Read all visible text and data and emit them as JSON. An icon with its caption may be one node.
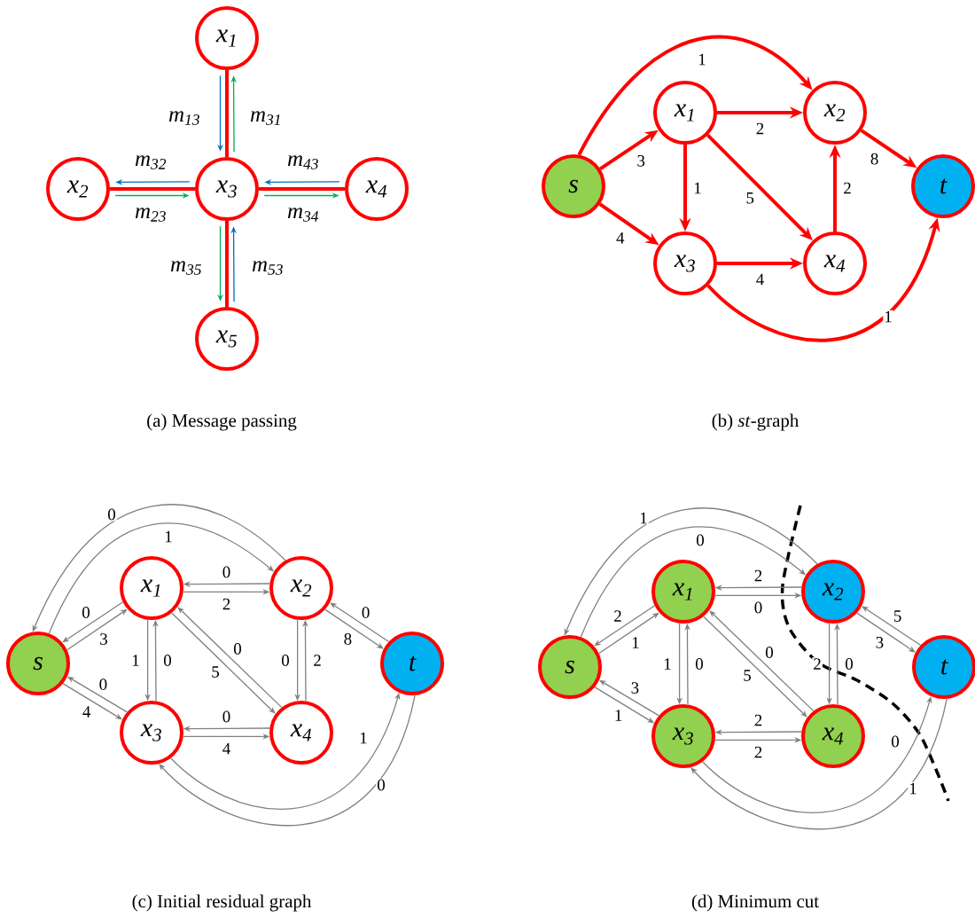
{
  "diagram": {
    "nodes": [
      {
        "text": [
          "x$_{1}$"
        ]
      },
      {
        "text": [
          "x$_{2}$"
        ]
      },
      {
        "text": [
          "x$_{3}$"
        ]
      },
      {
        "text": [
          "x$_{4}$"
        ]
      },
      {
        "text": [
          "x$_{5}$"
        ]
      },
      {
        "text": [
          "s"
        ]
      },
      {
        "text": [
          "x$_{1}$"
        ]
      },
      {
        "text": [
          "x$_{2}$"
        ]
      },
      {
        "text": [
          "x$_{3}$"
        ]
      },
      {
        "text": [
          "x$_{4}$"
        ]
      },
      {
        "text": [
          "t"
        ]
      },
      {
        "text": [
          "s"
        ]
      },
      {
        "text": [
          "x$_{1}$"
        ]
      },
      {
        "text": [
          "x$_{2}$"
        ]
      },
      {
        "text": [
          "x$_{3}$"
        ]
      },
      {
        "text": [
          "x$_{4}$"
        ]
      },
      {
        "text": [
          "t"
        ]
      },
      {
        "text": [
          "s"
        ]
      },
      {
        "text": [
          "x$_{1}$"
        ]
      },
      {
        "text": [
          "x$_{2}$"
        ]
      },
      {
        "text": [
          "x$_{3}$"
        ]
      },
      {
        "text": [
          "x$_{4}$"
        ]
      },
      {
        "text": [
          "t"
        ]
      }
    ],
    "edges": [
      {
        "from": 0,
        "to": 2,
        "arrow": "none",
        "style": "thick",
        "color": "#ff0000"
      },
      {
        "from": 1,
        "to": 2,
        "arrow": "none",
        "style": "thick",
        "color": "#ff0000"
      },
      {
        "from": 2,
        "to": 3,
        "arrow": "none",
        "style": "thick",
        "color": "#ff0000"
      },
      {
        "from": 2,
        "to": 4,
        "arrow": "none",
        "style": "thick",
        "color": "#ff0000"
      },
      {
        "from": 0,
        "to": 2,
        "arrow": "to",
        "label": "m$_{13}$",
        "color": "#0070c0"
      },
      {
        "from": 2,
        "to": 0,
        "arrow": "to",
        "label": "m$_{31}$",
        "color": "#00b050"
      },
      {
        "from": 2,
        "to": 1,
        "arrow": "to",
        "label": "m$_{32}$",
        "color": "#0070c0"
      },
      {
        "from": 1,
        "to": 2,
        "arrow": "to",
        "label": "m$_{23}$",
        "color": "#00b050"
      },
      {
        "from": 3,
        "to": 2,
        "arrow": "to",
        "label": "m$_{43}$",
        "color": "#0070c0"
      },
      {
        "from": 2,
        "to": 3,
        "arrow": "to",
        "label": "m$_{34}$",
        "color": "#00b050"
      },
      {
        "from": 2,
        "to": 4,
        "arrow": "to",
        "label": "m$_{35}$",
        "color": "#00b050"
      },
      {
        "from": 4,
        "to": 2,
        "arrow": "to",
        "label": "m$_{53}$",
        "color": "#0070c0"
      },
      {
        "from": 5,
        "to": 7,
        "arrow": "to",
        "label": "1",
        "style": "thick",
        "color": "#ff0000"
      },
      {
        "from": 5,
        "to": 6,
        "arrow": "to",
        "label": "3",
        "style": "thick",
        "color": "#ff0000"
      },
      {
        "from": 5,
        "to": 8,
        "arrow": "to",
        "label": "4",
        "style": "thick",
        "color": "#ff0000"
      },
      {
        "from": 6,
        "to": 7,
        "arrow": "to",
        "label": "2",
        "style": "thick",
        "color": "#ff0000"
      },
      {
        "from": 6,
        "to": 8,
        "arrow": "to",
        "label": "1",
        "style": "thick",
        "color": "#ff0000"
      },
      {
        "from": 6,
        "to": 9,
        "arrow": "to",
        "label": "5",
        "style": "thick",
        "color": "#ff0000"
      },
      {
        "from": 9,
        "to": 7,
        "arrow": "to",
        "label": "2",
        "style": "thick",
        "color": "#ff0000"
      },
      {
        "from": 8,
        "to": 9,
        "arrow": "to",
        "label": "4",
        "style": "thick",
        "color": "#ff0000"
      },
      {
        "from": 7,
        "to": 10,
        "arrow": "to",
        "label": "8",
        "style": "thick",
        "color": "#ff0000"
      },
      {
        "from": 8,
        "to": 10,
        "arrow": "to",
        "label": "1",
        "style": "thick",
        "color": "#ff0000"
      },
      {
        "from": 13,
        "to": 11,
        "arrow": "to",
        "label": "0"
      },
      {
        "from": 11,
        "to": 13,
        "arrow": "to",
        "label": "1"
      },
      {
        "from": 12,
        "to": 11,
        "arrow": "to",
        "label": "0"
      },
      {
        "from": 11,
        "to": 12,
        "arrow": "to",
        "label": "3"
      },
      {
        "from": 13,
        "to": 12,
        "arrow": "to",
        "label": "0"
      },
      {
        "from": 12,
        "to": 13,
        "arrow": "to",
        "label": "2"
      },
      {
        "from": 12,
        "to": 14,
        "arrow": "to",
        "label": "1"
      },
      {
        "from": 14,
        "to": 12,
        "arrow": "to",
        "label": "0"
      },
      {
        "from": 12,
        "to": 15,
        "arrow": "to",
        "label": "5"
      },
      {
        "from": 15,
        "to": 12,
        "arrow": "to",
        "label": "0"
      },
      {
        "from": 13,
        "to": 15,
        "arrow": "to",
        "label": "0"
      },
      {
        "from": 15,
        "to": 13,
        "arrow": "to",
        "label": "2"
      },
      {
        "from": 16,
        "to": 13,
        "arrow": "to",
        "label": "0"
      },
      {
        "from": 13,
        "to": 16,
        "arrow": "to",
        "label": "8"
      },
      {
        "from": 14,
        "to": 11,
        "arrow": "to",
        "label": "0"
      },
      {
        "from": 11,
        "to": 14,
        "arrow": "to",
        "label": "4"
      },
      {
        "from": 15,
        "to": 14,
        "arrow": "to",
        "label": "0"
      },
      {
        "from": 14,
        "to": 15,
        "arrow": "to",
        "label": "4"
      },
      {
        "from": 14,
        "to": 16,
        "arrow": "to",
        "label": "1"
      },
      {
        "from": 16,
        "to": 14,
        "arrow": "to",
        "label": "0"
      },
      {
        "from": 19,
        "to": 17,
        "arrow": "to",
        "label": "1"
      },
      {
        "from": 17,
        "to": 19,
        "arrow": "to",
        "label": "0"
      },
      {
        "from": 18,
        "to": 17,
        "arrow": "to",
        "label": "2"
      },
      {
        "from": 17,
        "to": 18,
        "arrow": "to",
        "label": "1"
      },
      {
        "from": 19,
        "to": 18,
        "arrow": "to",
        "label": "2"
      },
      {
        "from": 18,
        "to": 19,
        "arrow": "to",
        "label": "0"
      },
      {
        "from": 18,
        "to": 20,
        "arrow": "to",
        "label": "1"
      },
      {
        "from": 20,
        "to": 18,
        "arrow": "to",
        "label": "0"
      },
      {
        "from": 18,
        "to": 21,
        "arrow": "to",
        "label": "5"
      },
      {
        "from": 21,
        "to": 18,
        "arrow": "to",
        "label": "0"
      },
      {
        "from": 19,
        "to": 21,
        "arrow": "to",
        "label": "2"
      },
      {
        "from": 21,
        "to": 19,
        "arrow": "to",
        "label": "0"
      },
      {
        "from": 22,
        "to": 19,
        "arrow": "to",
        "label": "5"
      },
      {
        "from": 19,
        "to": 22,
        "arrow": "to",
        "label": "3"
      },
      {
        "from": 20,
        "to": 17,
        "arrow": "to",
        "label": "3"
      },
      {
        "from": 17,
        "to": 20,
        "arrow": "to",
        "label": "1"
      },
      {
        "from": 21,
        "to": 20,
        "arrow": "to",
        "label": "2"
      },
      {
        "from": 20,
        "to": 21,
        "arrow": "to",
        "label": "2"
      },
      {
        "from": 20,
        "to": 22,
        "arrow": "to",
        "label": "0"
      },
      {
        "from": 22,
        "to": 20,
        "arrow": "to",
        "label": "1"
      }
    ],
    "labels": [
      "(a) Message passing",
      "(b) *st*-graph",
      "(c) Initial residual graph",
      "(d) Minimum cut"
    ]
  }
}
